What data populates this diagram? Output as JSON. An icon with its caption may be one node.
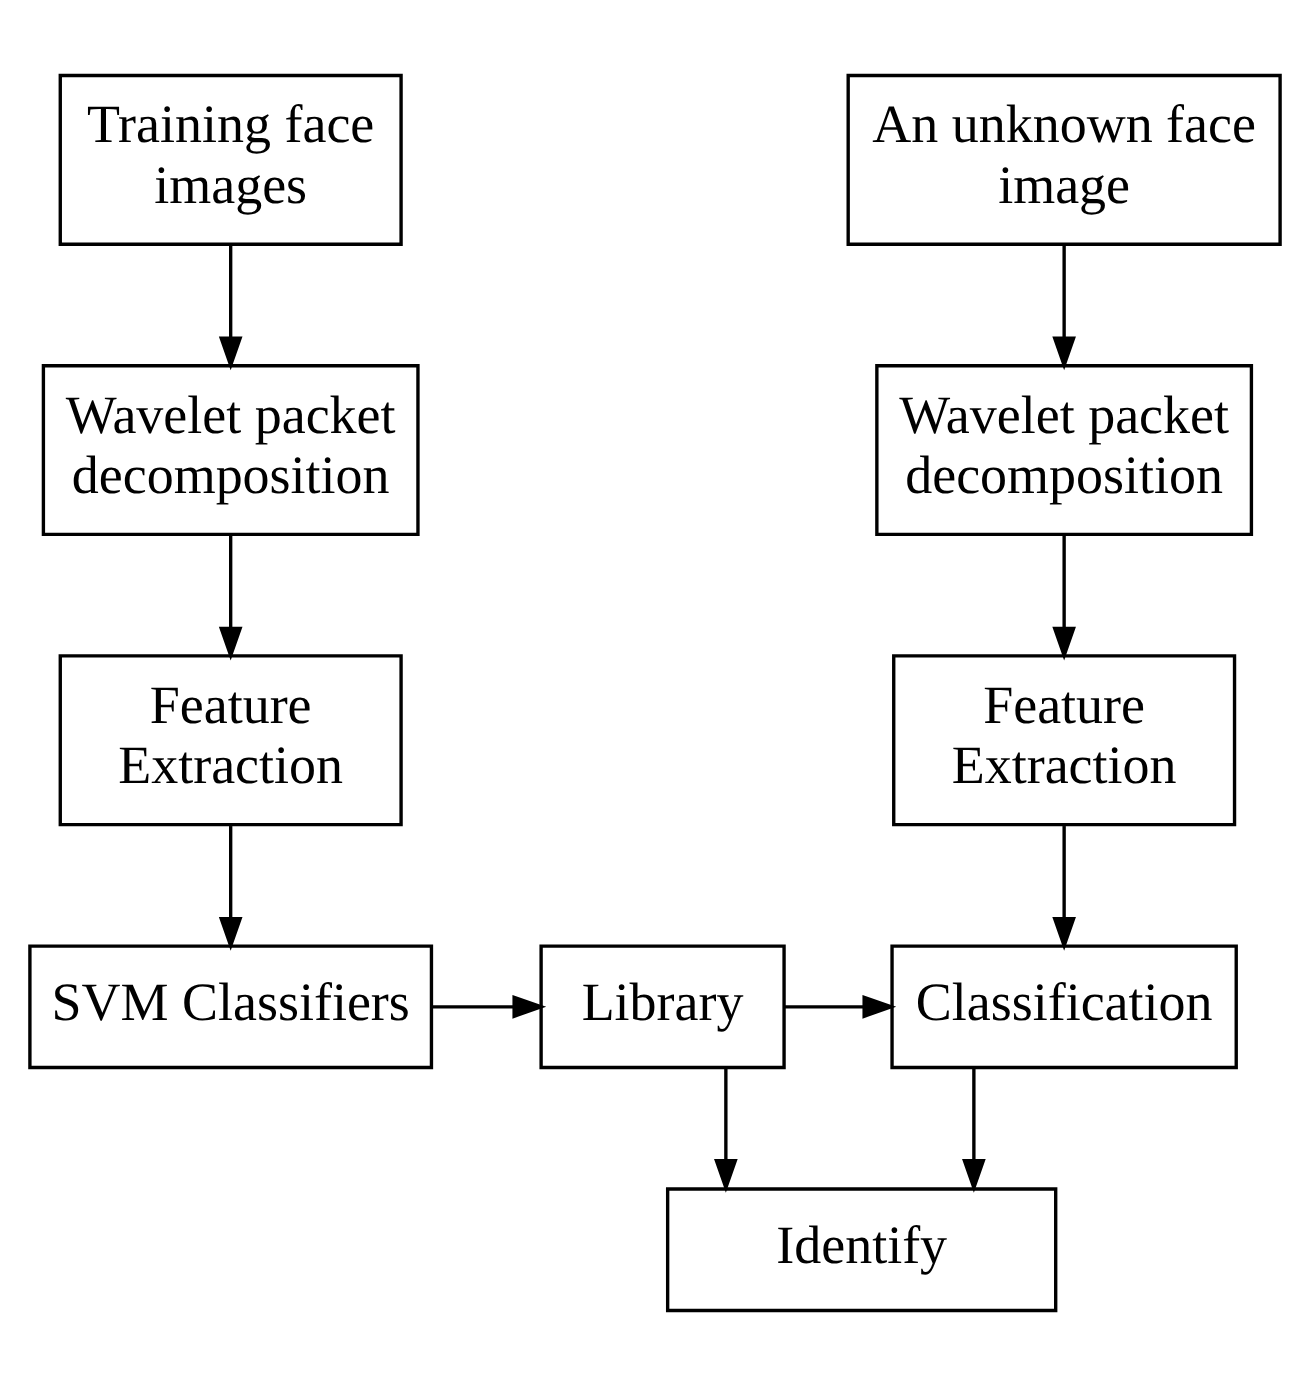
{
  "diagram": {
    "nodes": [
      {
        "text": [
          "Training face images"
        ]
      },
      {
        "text": [
          "An unknown face image"
        ]
      },
      {
        "text": [
          "Wavelet packet decomposition"
        ]
      },
      {
        "text": [
          "Wavelet packet decomposition"
        ]
      },
      {
        "text": [
          "Feature Extraction"
        ]
      },
      {
        "text": [
          "Feature Extraction"
        ]
      },
      {
        "text": [
          "SVM Classifiers"
        ]
      },
      {
        "text": [
          "Library"
        ]
      },
      {
        "text": [
          "Classification"
        ]
      },
      {
        "text": [
          "Identify"
        ]
      }
    ],
    "edges": [
      {
        "from": 0,
        "to": 2,
        "arrow": "to"
      },
      {
        "from": 2,
        "to": 4,
        "arrow": "to"
      },
      {
        "from": 4,
        "to": 6,
        "arrow": "to"
      },
      {
        "from": 1,
        "to": 3,
        "arrow": "to"
      },
      {
        "from": 3,
        "to": 5,
        "arrow": "to"
      },
      {
        "from": 5,
        "to": 8,
        "arrow": "to"
      },
      {
        "from": 6,
        "to": 7,
        "arrow": "to"
      },
      {
        "from": 7,
        "to": 8,
        "arrow": "to"
      },
      {
        "from": 7,
        "to": 9,
        "arrow": "to"
      },
      {
        "from": 8,
        "to": 9,
        "arrow": "to"
      }
    ]
  }
}
